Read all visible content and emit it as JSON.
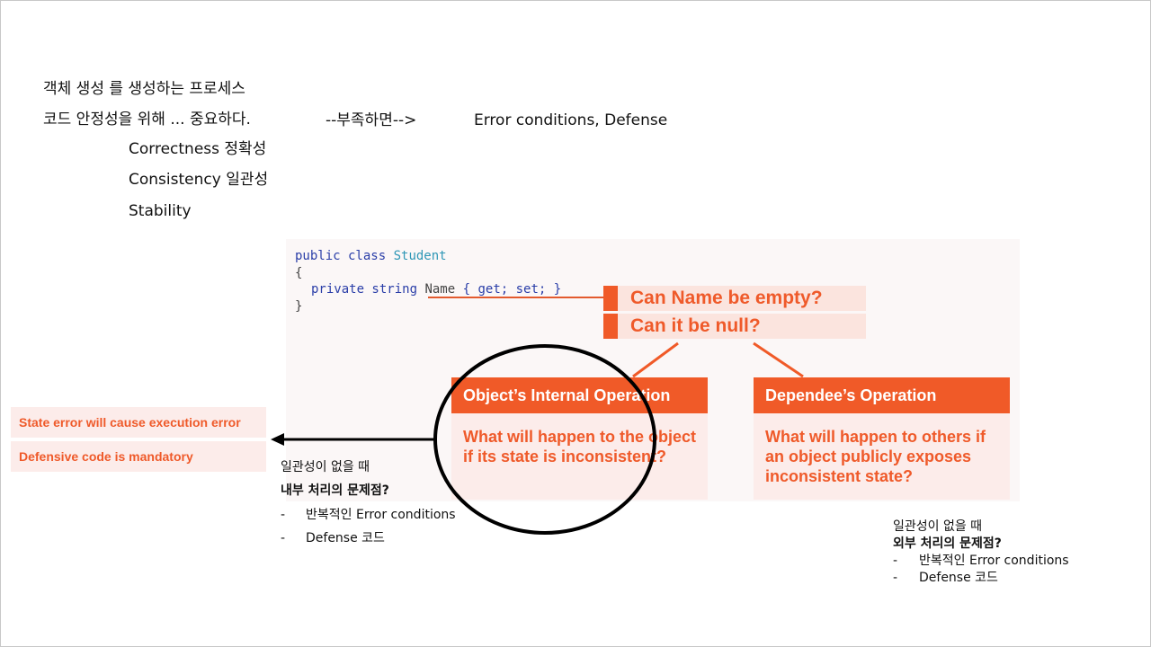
{
  "header": {
    "line1": "객체 생성 를 생성하는 프로세스",
    "line2": "코드 안정성을 위해 ... 중요하다.",
    "arrow_text": "--부족하면-->",
    "right_text": "Error conditions, Defense",
    "items": [
      "Correctness 정확성",
      "Consistency 일관성",
      "Stability"
    ]
  },
  "code": {
    "line1_kw": "public class",
    "line1_cls": "Student",
    "line2": "{",
    "line3_kw": "private string",
    "line3_name": "Name",
    "line3_rest": "{ get; set; }",
    "line4": "}"
  },
  "questions": [
    "Can Name be empty?",
    "Can it be null?"
  ],
  "cards": [
    {
      "title": "Object’s Internal Operation",
      "body": "What will happen to the object if its state is inconsistent?"
    },
    {
      "title": "Dependee’s Operation",
      "body": "What will happen to others if an object publicly exposes inconsistent state?"
    }
  ],
  "left_boxes": [
    "State error will cause execution error",
    "Defensive code is mandatory"
  ],
  "note_internal": {
    "line1": "일관성이 없을 때",
    "line2": "내부 처리의 문제점?",
    "bullets": [
      "반복적인 Error conditions",
      "Defense 코드"
    ]
  },
  "note_external": {
    "line1": "일관성이 없을 때",
    "line2": "외부 처리의 문제점?",
    "bullets": [
      "반복적인 Error conditions",
      "Defense 코드"
    ]
  },
  "bullet_mark": "-",
  "colors": {
    "accent": "#f05a28",
    "light": "#fcecea",
    "keyword": "#2a3ea8",
    "class": "#2f97b6"
  }
}
